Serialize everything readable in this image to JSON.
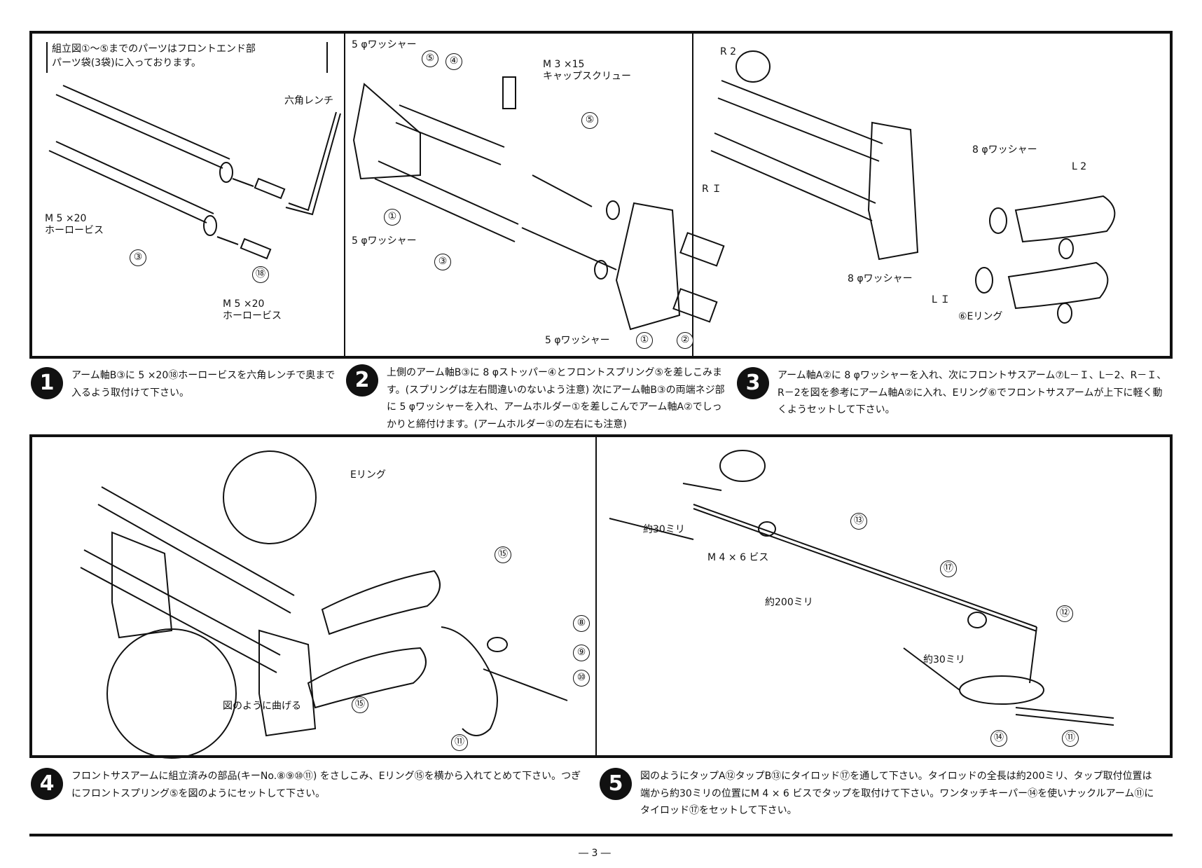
{
  "panel_top": {
    "note": "組立図①〜⑤までのパーツはフロントエンド部パーツ袋(3袋)に入っております。",
    "note_line1": "組立図①〜⑤までのパーツはフロントエンド部",
    "note_line2": "パーツ袋(3袋)に入っております。",
    "p1": {
      "hex_wrench": "六角レンチ",
      "screw_a_line1": "M 5 ×20",
      "screw_a_line2": "ホーロービス",
      "screw_b_line1": "M 5 ×20",
      "screw_b_line2": "ホーロービス",
      "n3": "③",
      "n18": "⑱"
    },
    "p2": {
      "washer_top": "5 φワッシャー",
      "washer_mid": "5 φワッシャー",
      "washer_bot": "5 φワッシャー",
      "cap_line1": "M 3 ×15",
      "cap_line2": "キャップスクリュー",
      "n5a": "⑤",
      "n4": "④",
      "n5b": "⑤",
      "n1a": "①",
      "n3": "③",
      "n1b": "①",
      "n2": "②"
    },
    "p3": {
      "r2": "R 2",
      "r1": "R Ｉ",
      "washer_a": "8 φワッシャー",
      "l2": "L 2",
      "washer_b": "8 φワッシャー",
      "l1": "L Ｉ",
      "ering": "⑥Eリング"
    }
  },
  "steps_top": [
    {
      "badge": "1",
      "text": "アーム軸B③に 5 ×20⑱ホーロービスを六角レンチで奥まで入るよう取付けて下さい。"
    },
    {
      "badge": "2",
      "text": "上側のアーム軸B③に 8 φストッパー④とフロントスプリング⑤を差しこみます。(スプリングは左右間違いのないよう注意) 次にアーム軸B③の両端ネジ部に 5 φワッシャーを入れ、アームホルダー①を差しこんでアーム軸A②でしっかりと締付けます。(アームホルダー①の左右にも注意)"
    },
    {
      "badge": "3",
      "text": "アーム軸A②に 8 φワッシャーを入れ、次にフロントサスアーム⑦L－Ｉ、L－2、R－Ｉ、R－2を図を参考にアーム軸A②に入れ、Eリング⑥でフロントサスアームが上下に軽く動くようセットして下さい。"
    }
  ],
  "panel_bottom": {
    "p4": {
      "ering": "Eリング",
      "bend": "図のように曲げる",
      "n15a": "⑮",
      "n8": "⑧",
      "n9": "⑨",
      "n10": "⑩",
      "n15b": "⑮",
      "n11": "⑪"
    },
    "p5": {
      "dist30a": "約30ミリ",
      "screw": "M 4 × 6 ビス",
      "dist200": "約200ミリ",
      "dist30b": "約30ミリ",
      "n13": "⑬",
      "n17": "⑰",
      "n12": "⑫",
      "n14": "⑭",
      "n11": "⑪"
    }
  },
  "steps_bottom": [
    {
      "badge": "4",
      "text": "フロントサスアームに組立済みの部品(キーNo.⑧⑨⑩⑪) をさしこみ、Eリング⑮を横から入れてとめて下さい。つぎにフロントスプリング⑤を図のようにセットして下さい。"
    },
    {
      "badge": "5",
      "text": "図のようにタップA⑫タップB⑬にタイロッド⑰を通して下さい。タイロッドの全長は約200ミリ、タップ取付位置は端から約30ミリの位置にM 4 × 6 ビスでタップを取付けて下さい。ワンタッチキーパー⑭を使いナックルアーム⑪にタイロッド⑰をセットして下さい。"
    }
  ],
  "page_number": "― 3 ―"
}
